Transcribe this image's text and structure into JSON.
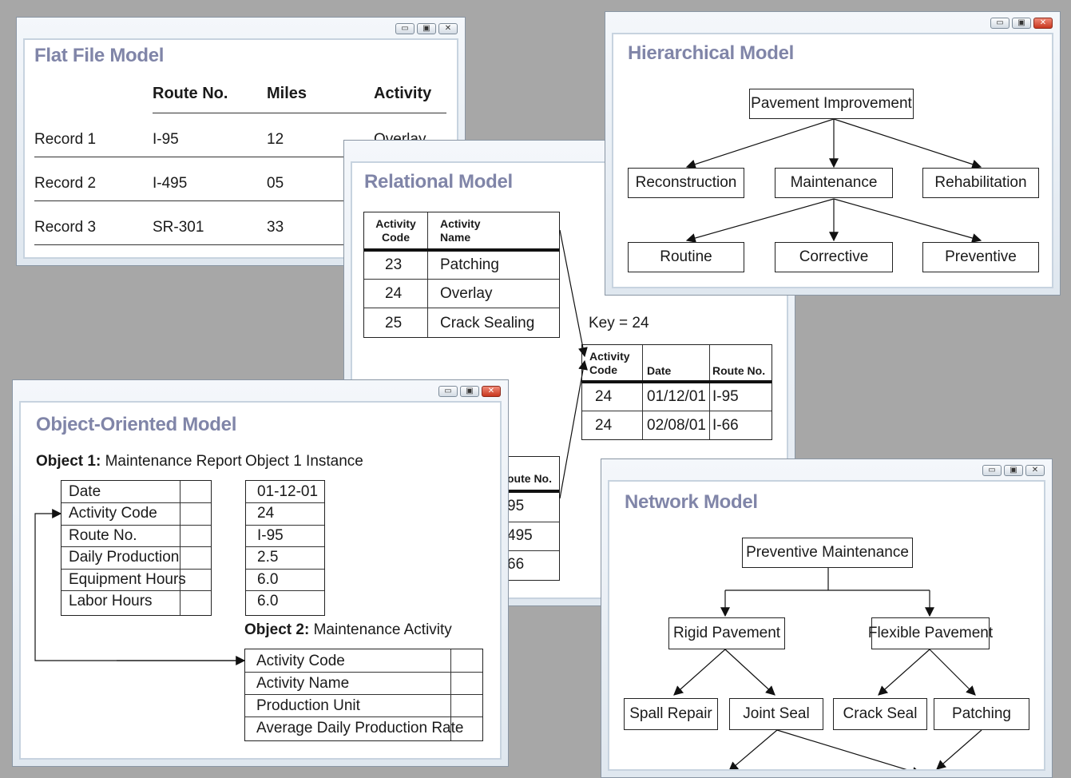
{
  "flat_file": {
    "title": "Flat File Model",
    "headers": [
      "Route No.",
      "Miles",
      "Activity"
    ],
    "rows": [
      {
        "label": "Record 1",
        "route": "I-95",
        "miles": "12",
        "activity": "Overlay"
      },
      {
        "label": "Record 2",
        "route": "I-495",
        "miles": "05"
      },
      {
        "label": "Record 3",
        "route": "SR-301",
        "miles": "33"
      }
    ]
  },
  "relational": {
    "title": "Relational Model",
    "activity_table": {
      "headers": [
        "Activity\nCode",
        "Activity\nName"
      ],
      "rows": [
        {
          "code": "23",
          "name": "Patching"
        },
        {
          "code": "24",
          "name": "Overlay"
        },
        {
          "code": "25",
          "name": "Crack Sealing"
        }
      ]
    },
    "key_label": "Key = 24",
    "result_table": {
      "headers": [
        "Activity\nCode",
        "Date",
        "Route No."
      ],
      "rows": [
        {
          "code": "24",
          "date": "01/12/01",
          "route": "I-95"
        },
        {
          "code": "24",
          "date": "02/08/01",
          "route": "I-66"
        }
      ]
    },
    "hidden_table": {
      "header": "oute No.",
      "rows": [
        "95",
        "495",
        "66"
      ]
    }
  },
  "hierarchical": {
    "title": "Hierarchical Model",
    "root": "Pavement Improvement",
    "level2": [
      "Reconstruction",
      "Maintenance",
      "Rehabilitation"
    ],
    "level3": [
      "Routine",
      "Corrective",
      "Preventive"
    ]
  },
  "object_oriented": {
    "title": "Object-Oriented Model",
    "object1_label": "Object 1:",
    "object1_name": "Maintenance Report",
    "instance_label": "Object 1 Instance",
    "object1_fields": [
      "Date",
      "Activity Code",
      "Route No.",
      "Daily Production",
      "Equipment Hours",
      "Labor Hours"
    ],
    "instance_values": [
      "01-12-01",
      "24",
      "I-95",
      "2.5",
      "6.0",
      "6.0"
    ],
    "object2_label": "Object 2:",
    "object2_name": "Maintenance Activity",
    "object2_fields": [
      "Activity Code",
      "Activity Name",
      "Production Unit",
      "Average Daily Production Rate"
    ]
  },
  "network": {
    "title": "Network Model",
    "root": "Preventive Maintenance",
    "level2": [
      "Rigid Pavement",
      "Flexible Pavement"
    ],
    "level3": [
      "Spall Repair",
      "Joint Seal",
      "Crack Seal",
      "Patching"
    ]
  },
  "window_controls": {
    "minimize": "▭",
    "maximize": "▣",
    "close": "✕"
  }
}
